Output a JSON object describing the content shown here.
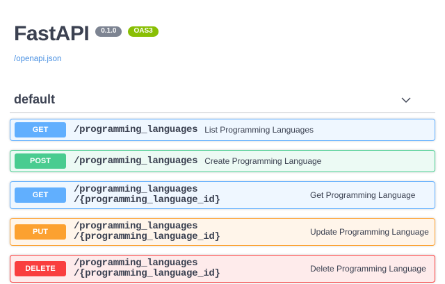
{
  "header": {
    "title": "FastAPI",
    "version_badge": "0.1.0",
    "spec_badge": "OAS3",
    "spec_link": "/openapi.json"
  },
  "section": {
    "name": "default",
    "chevron_icon": "chevron-down"
  },
  "operations": [
    {
      "method": "GET",
      "path_lines": [
        "/programming_languages"
      ],
      "description": "List Programming Languages"
    },
    {
      "method": "POST",
      "path_lines": [
        "/programming_languages"
      ],
      "description": "Create Programming Language"
    },
    {
      "method": "GET",
      "path_lines": [
        "/programming_languages",
        "/{programming_language_id}"
      ],
      "description": "Get Programming Language"
    },
    {
      "method": "PUT",
      "path_lines": [
        "/programming_languages",
        "/{programming_language_id}"
      ],
      "description": "Update Programming Language"
    },
    {
      "method": "DELETE",
      "path_lines": [
        "/programming_languages",
        "/{programming_language_id}"
      ],
      "description": "Delete Programming Language"
    }
  ],
  "colors": {
    "get": "#61affe",
    "post": "#49cc90",
    "put": "#fca130",
    "delete": "#f93e3e",
    "version_badge_bg": "#7d8492",
    "spec_badge_bg": "#89bf04",
    "title_text": "#3b4151",
    "link_text": "#4990e2"
  }
}
